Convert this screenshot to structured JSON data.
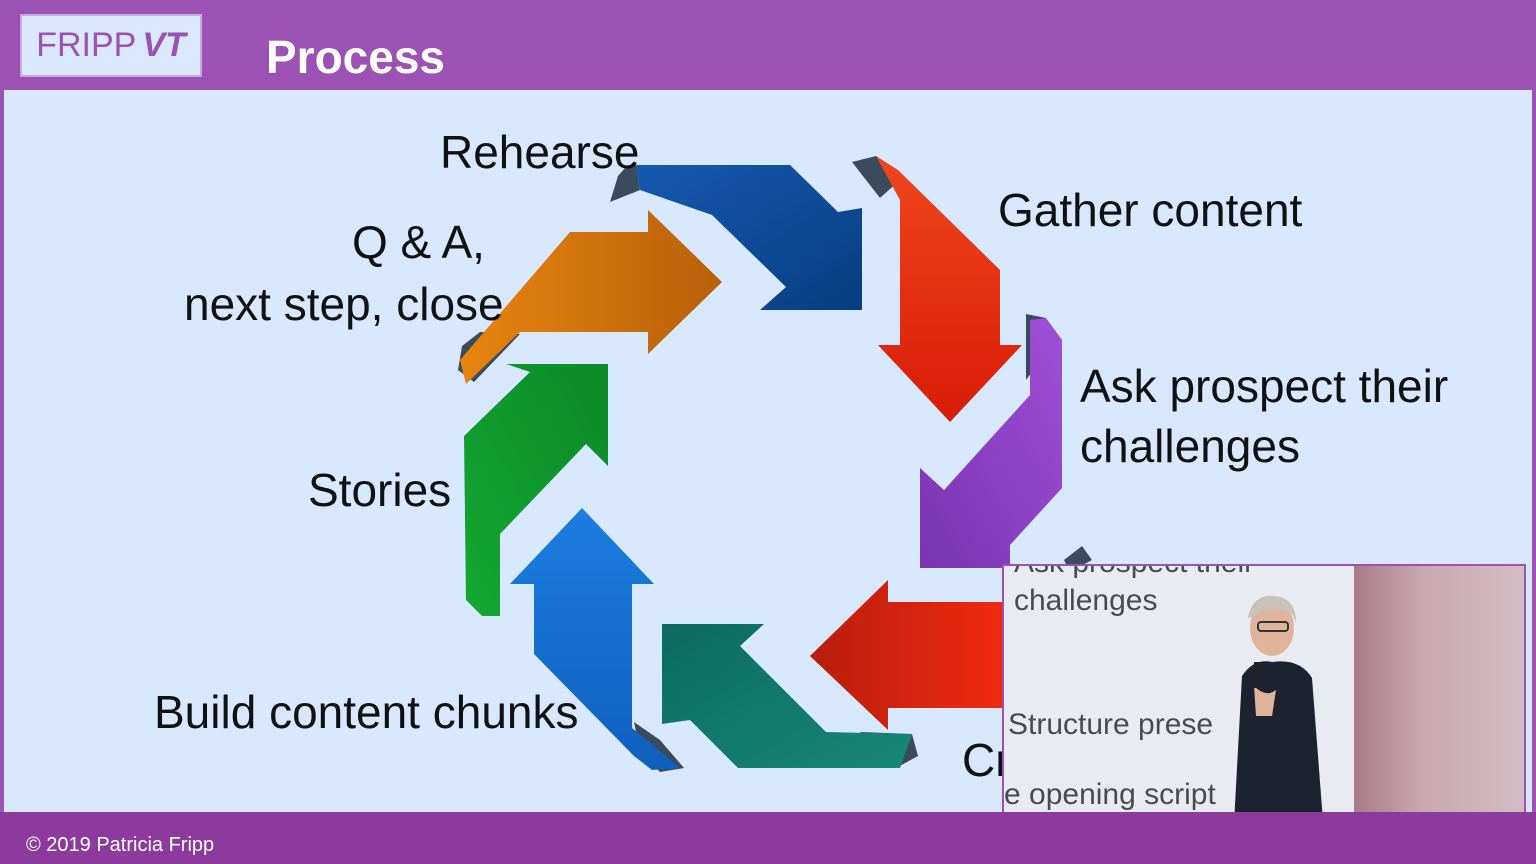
{
  "header": {
    "logo_text": "FRIPP",
    "logo_accent": "VT",
    "title": "Process"
  },
  "diagram": {
    "steps": [
      {
        "label": "Rehearse",
        "color": "#0a4c9a"
      },
      {
        "label": "Gather content",
        "color": "#e8371a"
      },
      {
        "label": "Ask prospect their challenges",
        "color": "#8a3fc0"
      },
      {
        "label": "Cr",
        "color": "#e52810"
      },
      {
        "label": "",
        "color": "#127d6f"
      },
      {
        "label": "Build content chunks",
        "color": "#1368c4"
      },
      {
        "label": "Stories",
        "color": "#109c30"
      },
      {
        "label": "Q & A, next step, close",
        "color": "#e0780e"
      }
    ],
    "label_lines": {
      "rehearse": "Rehearse",
      "gather": "Gather content",
      "ask_1": "Ask prospect their",
      "ask_2": "challenges",
      "cr": "Cr",
      "build": "Build content chunks",
      "stories": "Stories",
      "qa_1": "Q & A,",
      "qa_2": "next step, close"
    }
  },
  "video_overlay": {
    "line_top": "Ask prospect their",
    "line_1": "challenges",
    "line_2": "Structure prese",
    "line_3": "e opening script"
  },
  "footer": {
    "copyright": "© 2019 Patricia Fripp"
  },
  "colors": {
    "frame": "#9b52b3",
    "content_bg": "#d8e8ff",
    "footer": "#8c3a9c"
  }
}
